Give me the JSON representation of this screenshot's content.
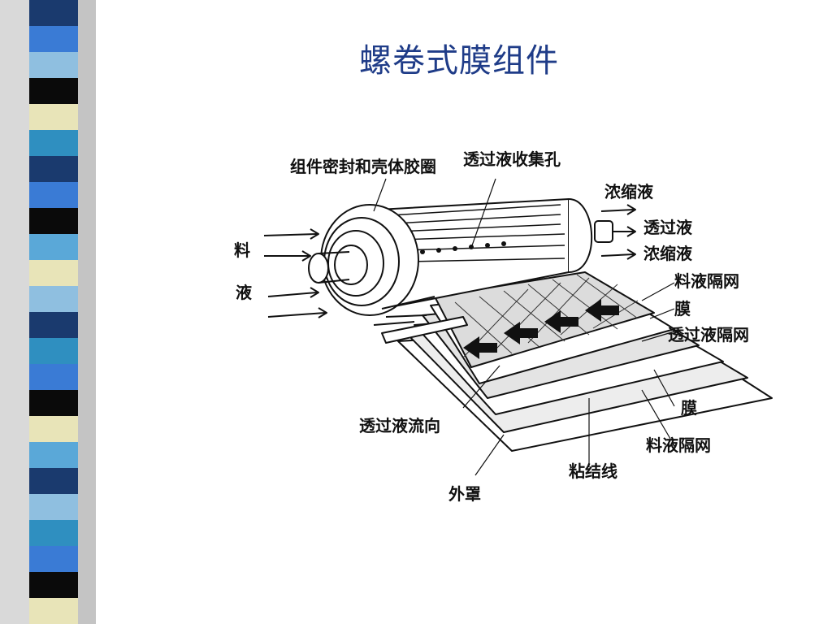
{
  "slide": {
    "title": "螺卷式膜组件"
  },
  "diagram": {
    "labels": {
      "seal_ring": "组件密封和壳体胶圈",
      "permeate_holes": "透过液收集孔",
      "concentrate_top": "浓缩液",
      "permeate_out": "透过液",
      "concentrate_mid": "浓缩液",
      "feed_spacer_top": "料液隔网",
      "membrane_top": "膜",
      "permeate_spacer": "透过液隔网",
      "feed_char1": "料",
      "feed_char2": "液",
      "permeate_flow": "透过液流向",
      "membrane_bottom": "膜",
      "feed_spacer_bottom": "料液隔网",
      "glue_line": "粘结线",
      "outer_cover": "外罩"
    }
  },
  "theme": {
    "stripe_colors": [
      "#1a3a6e",
      "#3a7bd5",
      "#8fbfe0",
      "#0a0a0a",
      "#e8e4b8",
      "#2f8fc0",
      "#5aa8d8",
      "#ffffff"
    ],
    "title_color": "#1f3c88"
  }
}
